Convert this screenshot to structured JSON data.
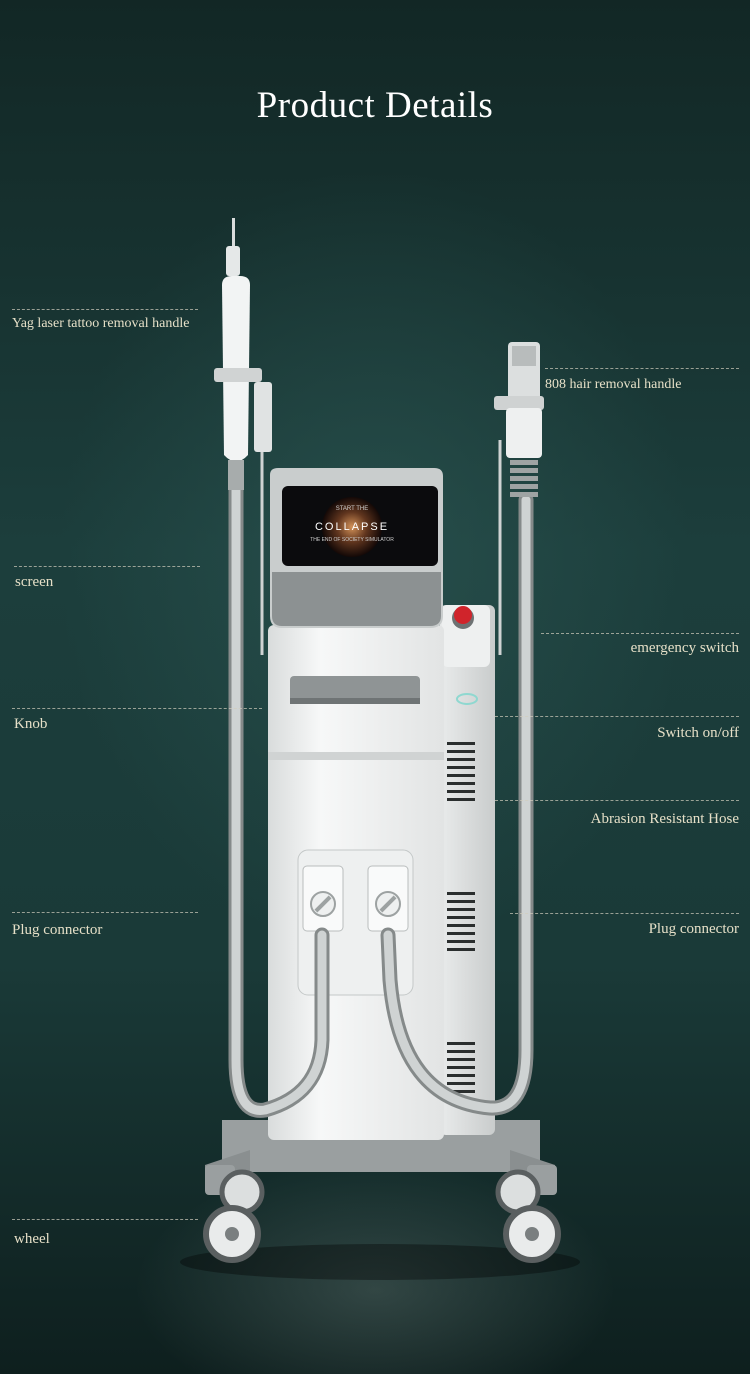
{
  "title": "Product Details",
  "screen_text": {
    "line1": "START THE",
    "line2": "COLLAPSE",
    "line3": "THE END OF SOCIETY SIMULATOR"
  },
  "labels": {
    "yag_handle": "Yag laser tattoo removal handle",
    "hair_handle": "808 hair removal handle",
    "screen": "screen",
    "emergency_switch": "emergency switch",
    "knob": "Knob",
    "switch_on_off": "Switch on/off",
    "hose": "Abrasion Resistant Hose",
    "plug_left": "Plug connector",
    "plug_right": "Plug connector",
    "wheel": "wheel"
  },
  "colors": {
    "background": "#1c3e3c",
    "label_text": "#e6e0c8",
    "emergency_button": "#d0242b"
  }
}
